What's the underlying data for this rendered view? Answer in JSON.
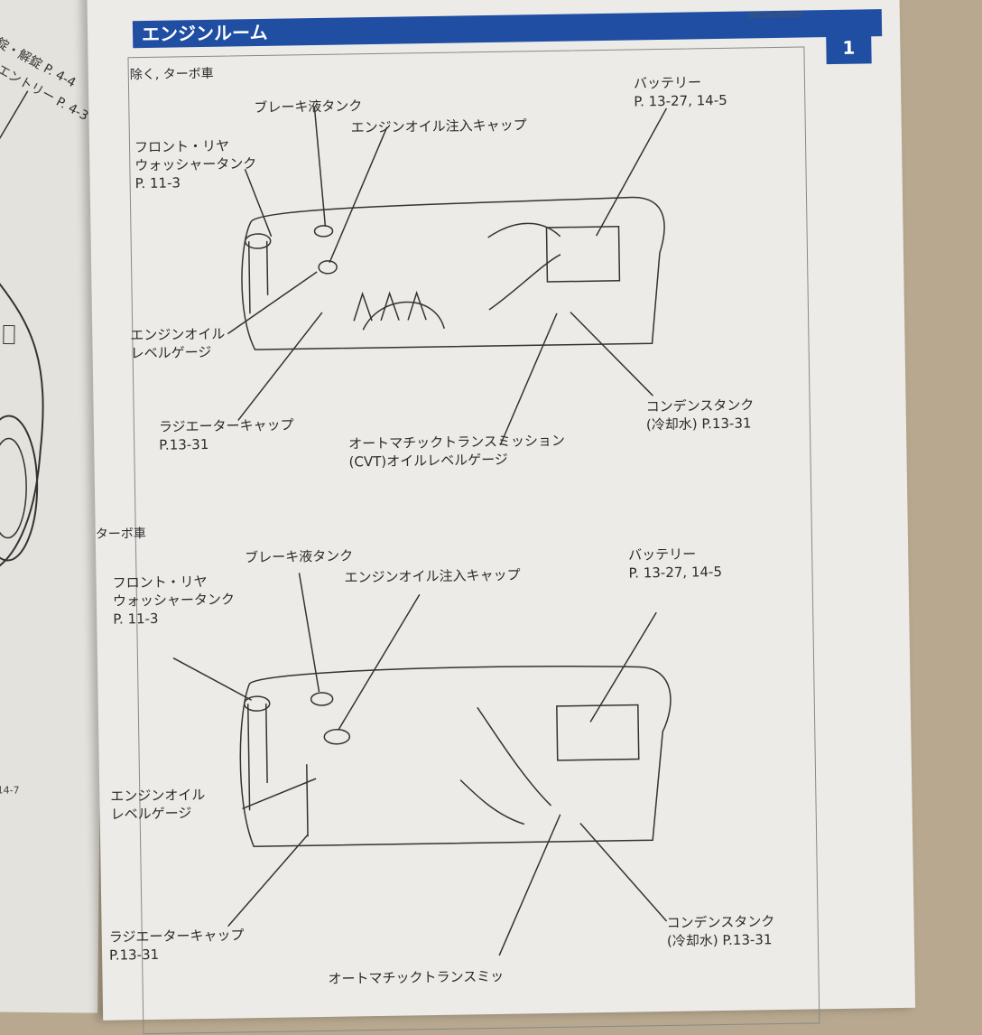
{
  "left_page": {
    "ref_line1": "錠・解錠 P. 4-4",
    "ref_line2": "エントリー P. 4-3",
    "page_number": "14-7"
  },
  "header": {
    "title": "エンジンルーム",
    "code": "J0010G500220",
    "chapter_tab": "1"
  },
  "section_non_turbo": {
    "heading": "除く, ターボ車",
    "labels": {
      "washer": [
        "フロント・リヤ",
        "ウォッシャータンク",
        "P. 11-3"
      ],
      "brake": "ブレーキ液タンク",
      "oil_cap": "エンジンオイル注入キャップ",
      "battery": [
        "バッテリー",
        "P. 13-27, 14-5"
      ],
      "dipstick": [
        "エンジンオイル",
        "レベルゲージ"
      ],
      "radiator": [
        "ラジエーターキャップ",
        "P.13-31"
      ],
      "cvt": [
        "オートマチックトランスミッション",
        "(CVT)オイルレベルゲージ"
      ],
      "condenser": [
        "コンデンスタンク",
        "(冷却水) P.13-31"
      ]
    }
  },
  "section_turbo": {
    "heading": "ターボ車",
    "labels": {
      "brake": "ブレーキ液タンク",
      "oil_cap": "エンジンオイル注入キャップ",
      "washer": [
        "フロント・リヤ",
        "ウォッシャータンク",
        "P. 11-3"
      ],
      "battery": [
        "バッテリー",
        "P. 13-27, 14-5"
      ],
      "dipstick": [
        "エンジンオイル",
        "レベルゲージ"
      ],
      "radiator": [
        "ラジエーターキャップ",
        "P.13-31"
      ],
      "condenser": [
        "コンデンスタンク",
        "(冷却水) P.13-31"
      ],
      "cvt_partial": "オートマチックトランスミッ"
    }
  }
}
